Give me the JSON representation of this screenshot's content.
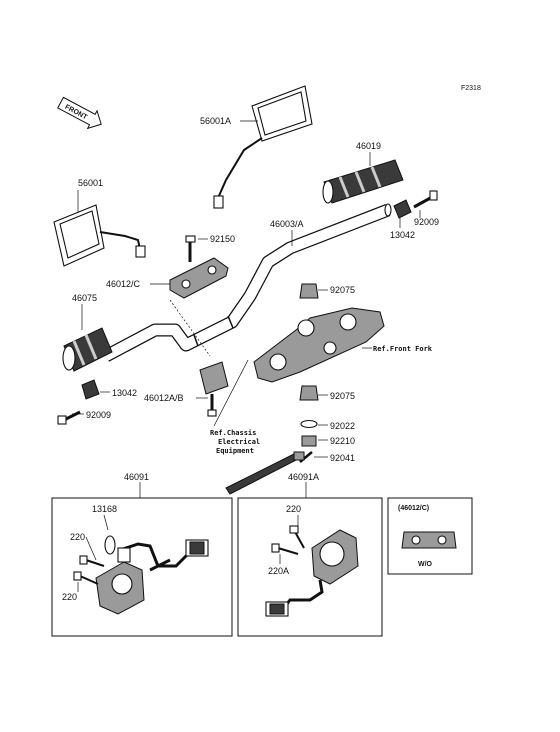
{
  "figure_code": "F2318",
  "front_marker": "FRONT",
  "labels": {
    "mirror_right": "56001A",
    "mirror_left": "56001",
    "grip_right": "46019",
    "grip_left": "46075",
    "handlebar": "46003/A",
    "end_weight_bolt_right": "92009",
    "end_weight_right": "13042",
    "bolt_top": "92150",
    "holder_upper": "46012/C",
    "holder_lower": "46012A/B",
    "end_weight_left": "13042",
    "end_weight_bolt_left": "92009",
    "damper_upper": "92075",
    "damper_lower": "92075",
    "washer": "92022",
    "collar": "92210",
    "nut": "92041",
    "switch_left_box": "46091",
    "switch_right_box": "46091A",
    "horn_switch": "13168",
    "screw_left_top": "220",
    "screw_left_bottom": "220",
    "screw_right_top": "220",
    "screw_right_bottom": "220A",
    "inset_part": "(46012/C)",
    "inset_note": "W/O"
  },
  "refs": {
    "front_fork": "Ref.Front Fork",
    "chassis_1": "Ref.Chassis",
    "chassis_2": "Electrical",
    "chassis_3": "Equipment"
  }
}
